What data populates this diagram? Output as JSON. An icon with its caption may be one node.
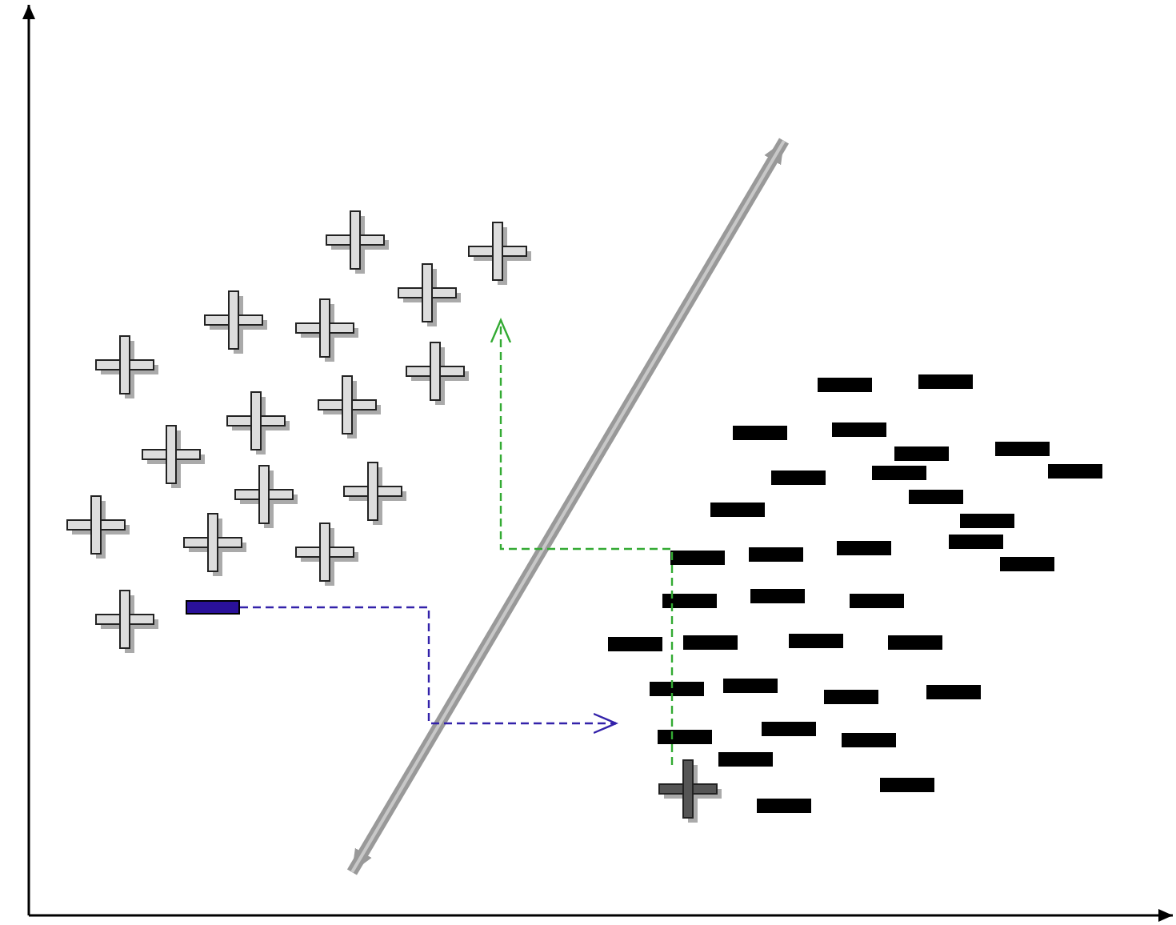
{
  "diagram": {
    "nodes": [
      {
        "text": [],
        "shape": "bar"
      },
      {
        "text": [],
        "shape": "cross"
      }
    ],
    "edges": [
      {
        "from": 0,
        "to": null,
        "arrow": "to",
        "style": "dashed",
        "color": "#3322aa"
      },
      {
        "from": 1,
        "to": null,
        "arrow": "to",
        "style": "dashed",
        "color": "#33aa33"
      }
    ]
  }
}
